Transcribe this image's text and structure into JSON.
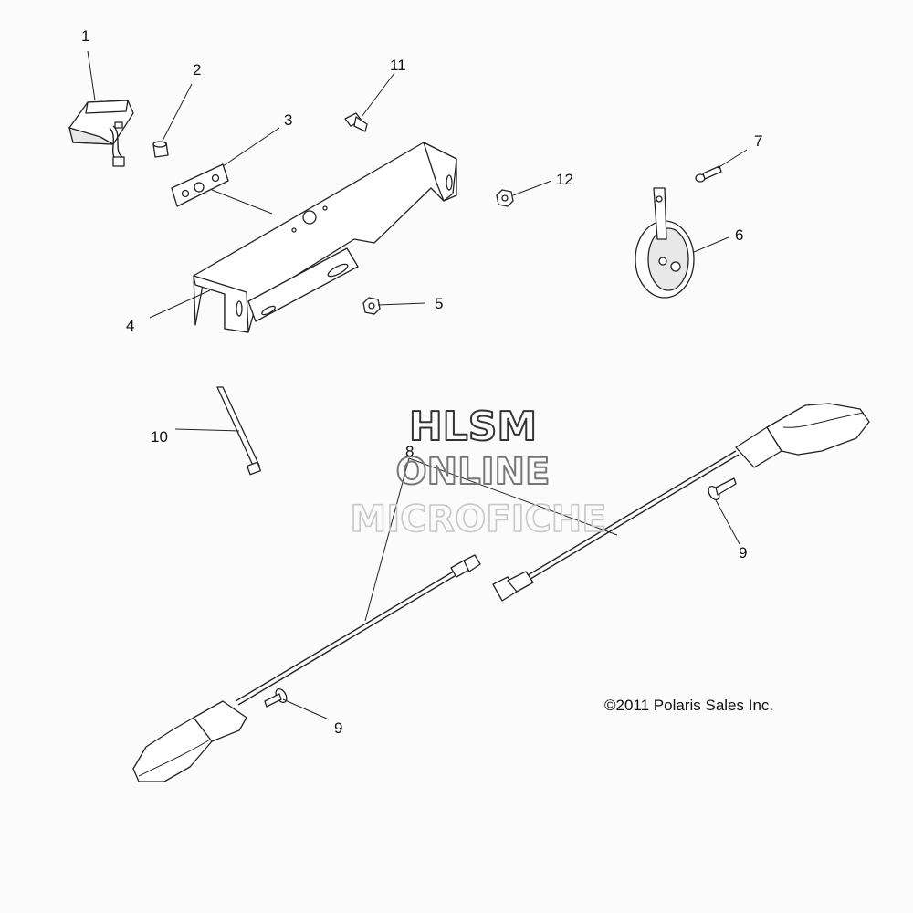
{
  "callouts": {
    "c1": "1",
    "c2": "2",
    "c3": "3",
    "c4": "4",
    "c5": "5",
    "c6": "6",
    "c7": "7",
    "c8": "8",
    "c9a": "9",
    "c9b": "9",
    "c10": "10",
    "c11": "11",
    "c12": "12"
  },
  "watermark": {
    "line1": "HLSM",
    "line2": "ONLINE",
    "line3": "MICROFICHE"
  },
  "copyright": "©2011 Polaris Sales Inc."
}
